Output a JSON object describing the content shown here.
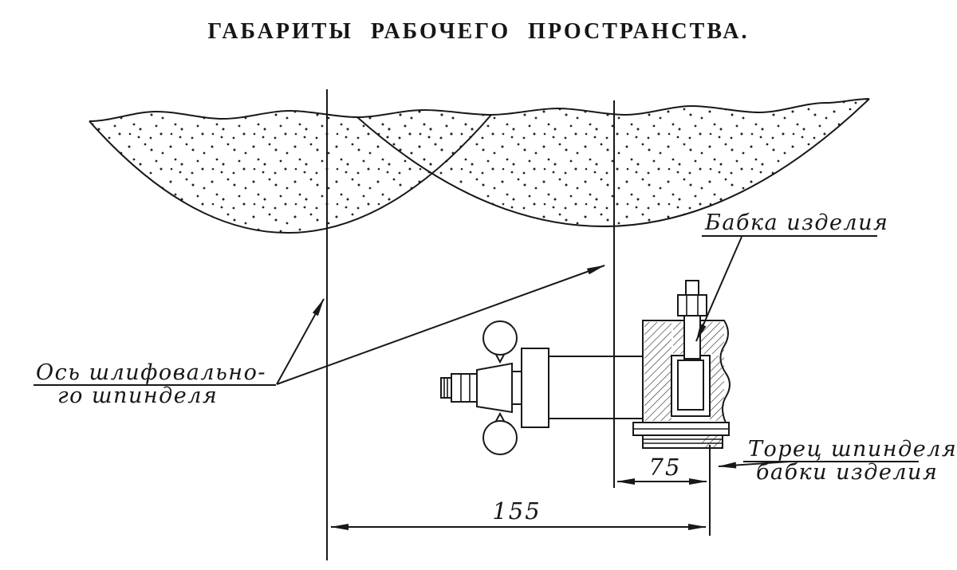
{
  "title": "ГАБАРИТЫ РАБОЧЕГО ПРОСТРАНСТВА.",
  "labels": {
    "headstock": "Бабка изделия",
    "grinding_axis_line1": "Ось шлифовально-",
    "grinding_axis_line2": "го шпинделя",
    "spindle_face_line1": "Торец шпинделя",
    "spindle_face_line2": "бабки изделия"
  },
  "dimensions": {
    "headstock_to_axis": "75",
    "axis_span": "155"
  },
  "colors": {
    "ink": "#181818",
    "paper": "#ffffff"
  }
}
